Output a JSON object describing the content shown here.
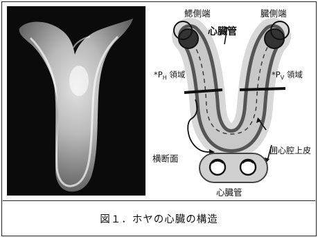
{
  "figure": {
    "labels": {
      "branchial_end": "鰓側端",
      "visceral_end": "臓側端",
      "heart_tube_top": "心臓管",
      "ph_region": "*P",
      "ph_subscript": "H",
      "ph_suffix": " 領域",
      "pv_region": "*P",
      "pv_subscript": "V",
      "pv_suffix": " 領域",
      "pericardium": "囲心腔上皮",
      "cross_section": "横断面",
      "heart_tube_bottom": "心臓管"
    },
    "caption": "図１．ホヤの心臓の構造"
  }
}
